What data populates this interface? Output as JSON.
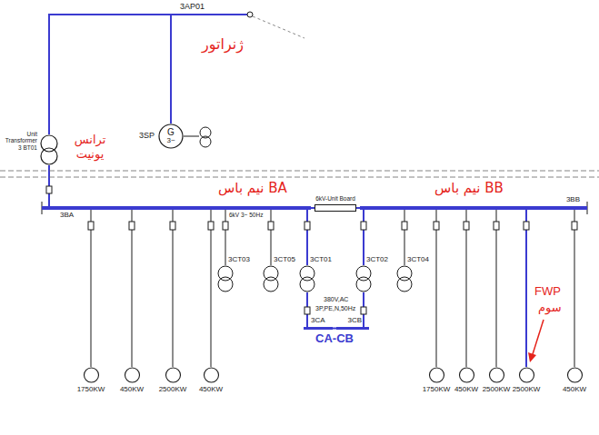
{
  "diagram": {
    "nodes": [
      {
        "text": [
          "3SP",
          "G",
          "3~"
        ]
      },
      {
        "text": [
          "Unit Transformer 3 BT01"
        ]
      },
      {
        "text": [
          "3BA",
          "6kV 3~ 50Hz"
        ]
      },
      {
        "text": [
          "6kV-Unit Board"
        ]
      },
      {
        "text": [
          "3BB"
        ]
      },
      {
        "text": [
          "3CT03"
        ]
      },
      {
        "text": [
          "3CT05"
        ]
      },
      {
        "text": [
          "3CT01"
        ]
      },
      {
        "text": [
          "3CT02"
        ]
      },
      {
        "text": [
          "3CT04"
        ]
      },
      {
        "text": [
          "3CA"
        ]
      },
      {
        "text": [
          "3CB"
        ]
      },
      {
        "text": [
          "1750KW"
        ]
      },
      {
        "text": [
          "450KW"
        ]
      },
      {
        "text": [
          "2500KW"
        ]
      },
      {
        "text": [
          "450KW"
        ]
      },
      {
        "text": [
          "1750KW"
        ]
      },
      {
        "text": [
          "450KW"
        ]
      },
      {
        "text": [
          "2500KW"
        ]
      },
      {
        "text": [
          "2500KW"
        ]
      },
      {
        "text": [
          "450KW"
        ]
      }
    ],
    "edges": [
      {
        "from": 0,
        "to": 1,
        "arrow": "none"
      },
      {
        "from": 1,
        "to": 2,
        "arrow": "none"
      },
      {
        "from": 2,
        "to": 3,
        "arrow": "none"
      },
      {
        "from": 3,
        "to": 4,
        "arrow": "none"
      },
      {
        "from": 2,
        "to": 5,
        "arrow": "none"
      },
      {
        "from": 2,
        "to": 6,
        "arrow": "none"
      },
      {
        "from": 2,
        "to": 7,
        "arrow": "none"
      },
      {
        "from": 4,
        "to": 8,
        "arrow": "none"
      },
      {
        "from": 4,
        "to": 9,
        "arrow": "none"
      },
      {
        "from": 7,
        "to": 10,
        "arrow": "none"
      },
      {
        "from": 8,
        "to": 11,
        "arrow": "none"
      },
      {
        "from": 10,
        "to": 11,
        "label": "CA-CB",
        "arrow": "none"
      },
      {
        "from": 2,
        "to": 12,
        "arrow": "none"
      },
      {
        "from": 2,
        "to": 13,
        "arrow": "none"
      },
      {
        "from": 2,
        "to": 14,
        "arrow": "none"
      },
      {
        "from": 2,
        "to": 15,
        "arrow": "none"
      },
      {
        "from": 4,
        "to": 16,
        "arrow": "none"
      },
      {
        "from": 4,
        "to": 17,
        "arrow": "none"
      },
      {
        "from": 4,
        "to": 18,
        "arrow": "none"
      },
      {
        "from": 4,
        "to": 19,
        "arrow": "none"
      },
      {
        "from": 4,
        "to": 20,
        "arrow": "none"
      }
    ],
    "labels": [
      "3AP01",
      "ژنراتور",
      "ترانس یونیت",
      "نیم باس BA",
      "نیم باس BB",
      "380V,AC",
      "3P,PE,N,50Hz",
      "FWP",
      "سوم"
    ]
  }
}
